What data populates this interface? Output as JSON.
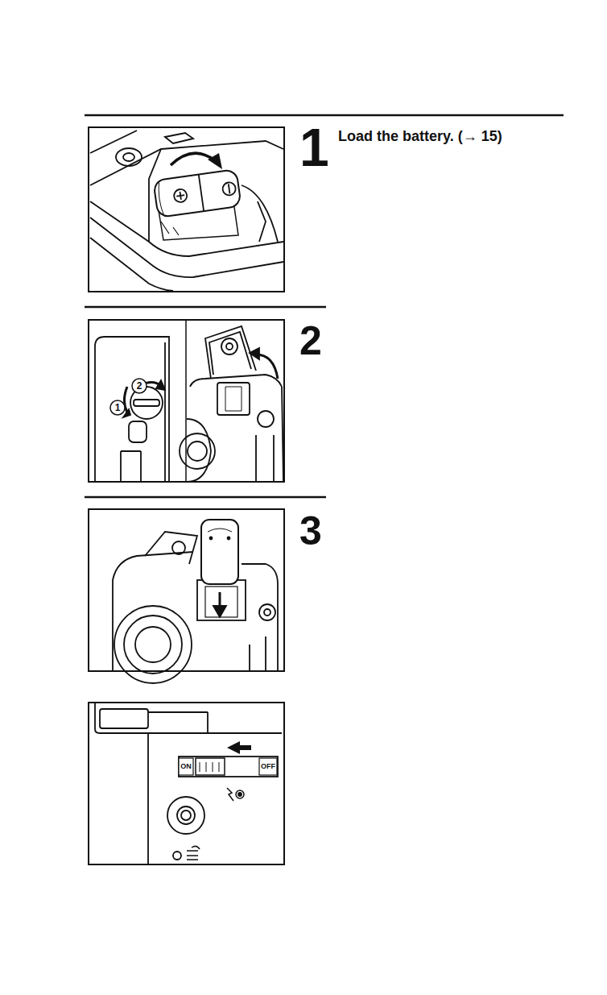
{
  "diagram": {
    "labels": [
      "1",
      "Load the battery. (→ 15)",
      "2",
      "3",
      "1",
      "2",
      "ON",
      "OFF"
    ]
  }
}
